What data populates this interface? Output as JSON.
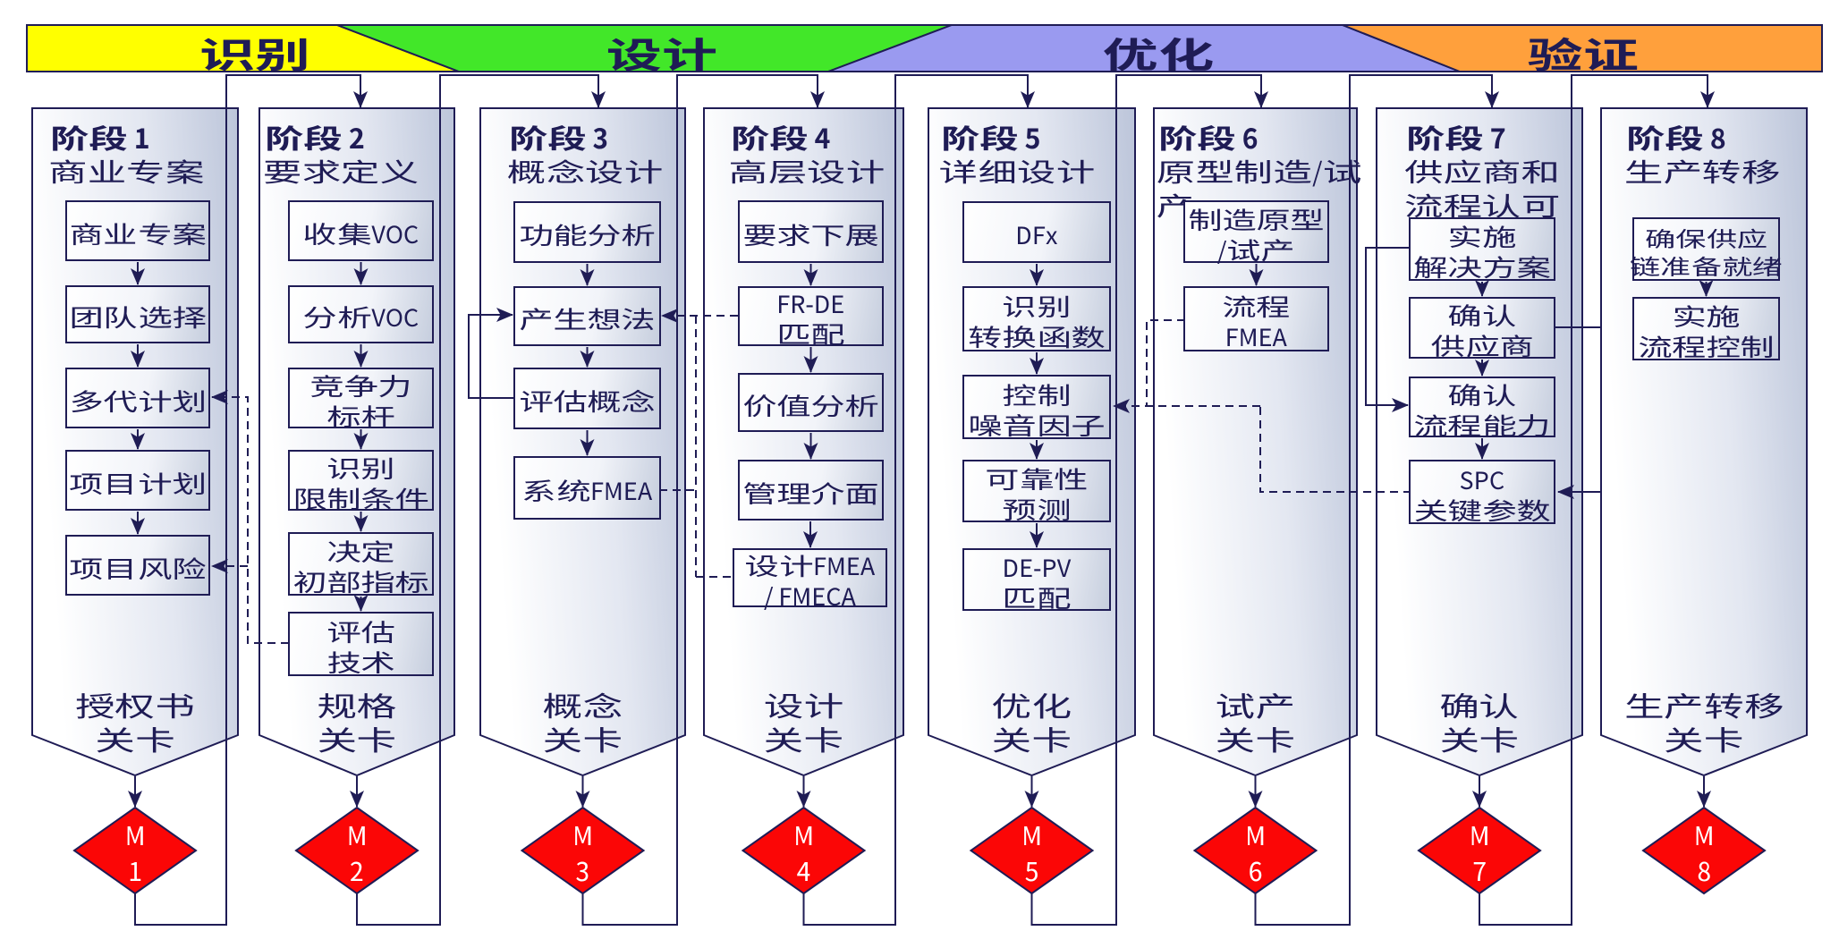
{
  "banner": [
    {
      "label": "识别",
      "color": "#ffff00"
    },
    {
      "label": "设计",
      "color": "#42e729"
    },
    {
      "label": "优化",
      "color": "#9a9af0"
    },
    {
      "label": "验证",
      "color": "#ffa03c"
    }
  ],
  "columns": [
    {
      "title": "阶段 1",
      "subtitle": "商业专案",
      "boxes": [
        "商业专案",
        "团队选择",
        "多代计划",
        "项目计划",
        "项目风险"
      ],
      "gate": "授权书\n关卡",
      "milestone": "M\n1"
    },
    {
      "title": "阶段 2",
      "subtitle": "要求定义",
      "boxes": [
        "收集VOC",
        "分析VOC",
        "竞争力\n标杆",
        "识别\n限制条件",
        "决定\n初部指标",
        "评估\n技术"
      ],
      "gate": "规格\n关卡",
      "milestone": "M\n2"
    },
    {
      "title": "阶段 3",
      "subtitle": "概念设计",
      "boxes": [
        "功能分析",
        "产生想法",
        "评估概念",
        "系统FMEA"
      ],
      "gate": "概念\n关卡",
      "milestone": "M\n3"
    },
    {
      "title": "阶段 4",
      "subtitle": "高层设计",
      "boxes": [
        "要求下展",
        "FR-DE\n匹配",
        "价值分析",
        "管理介面",
        "设计FMEA\n/ FMECA"
      ],
      "gate": "设计\n关卡",
      "milestone": "M\n4"
    },
    {
      "title": "阶段 5",
      "subtitle": "详细设计",
      "boxes": [
        "DFx",
        "识别\n转换函数",
        "控制\n噪音因子",
        "可靠性\n预测",
        "DE-PV\n匹配"
      ],
      "gate": "优化\n关卡",
      "milestone": "M\n5"
    },
    {
      "title": "阶段 6",
      "subtitle": "原型制造/试\n产",
      "boxes": [
        "制造原型\n/试产",
        "流程\nFMEA"
      ],
      "gate": "试产\n关卡",
      "milestone": "M\n6"
    },
    {
      "title": "阶段 7",
      "subtitle": "供应商和\n流程认可",
      "boxes": [
        "实施\n解决方案",
        "确认\n供应商",
        "确认\n流程能力",
        "SPC\n关键参数"
      ],
      "gate": "确认\n关卡",
      "milestone": "M\n7"
    },
    {
      "title": "阶段 8",
      "subtitle": "生产转移",
      "boxes": [
        "确保供应\n链准备就绪",
        "实施\n流程控制"
      ],
      "gate": "生产转移\n关卡",
      "milestone": "M\n8"
    }
  ],
  "colors": {
    "identify": "#ffff00",
    "design": "#42e729",
    "optimize": "#9a9af0",
    "verify": "#ffa03c",
    "milestone": "#fb0606",
    "ink": "#1f1c55",
    "column_fill_from": "#bcc5da",
    "column_fill_to": "#ffffff",
    "box_fill_from": "#ffffff",
    "box_fill_to": "#c6cede"
  }
}
